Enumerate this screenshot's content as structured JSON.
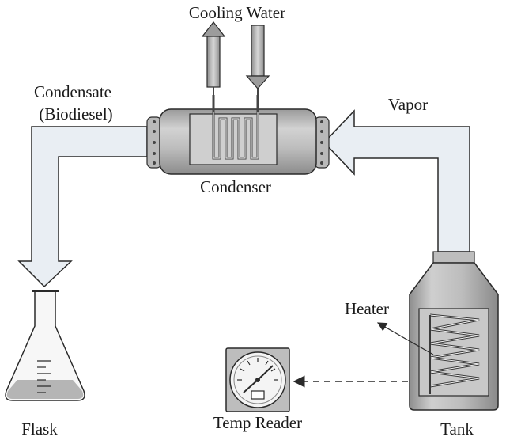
{
  "labels": {
    "cooling_water": "Cooling Water",
    "condensate_line1": "Condensate",
    "condensate_line2": "(Biodiesel)",
    "vapor": "Vapor",
    "condenser": "Condenser",
    "heater": "Heater",
    "flask": "Flask",
    "temp_reader": "Temp Reader",
    "tank": "Tank"
  },
  "colors": {
    "pipe_fill": "#e9eef3",
    "equipment_dark": "#a9a9a9",
    "equipment_mid": "#c4c4c4",
    "equipment_light": "#dcdcdc",
    "outline": "#2a2a2a",
    "liquid": "#b5b5b5"
  },
  "components": [
    "condenser",
    "tank",
    "heater-coil",
    "flask",
    "temp-reader",
    "cooling-water-in",
    "cooling-water-out",
    "vapor-pipe",
    "condensate-pipe",
    "signal-line"
  ]
}
